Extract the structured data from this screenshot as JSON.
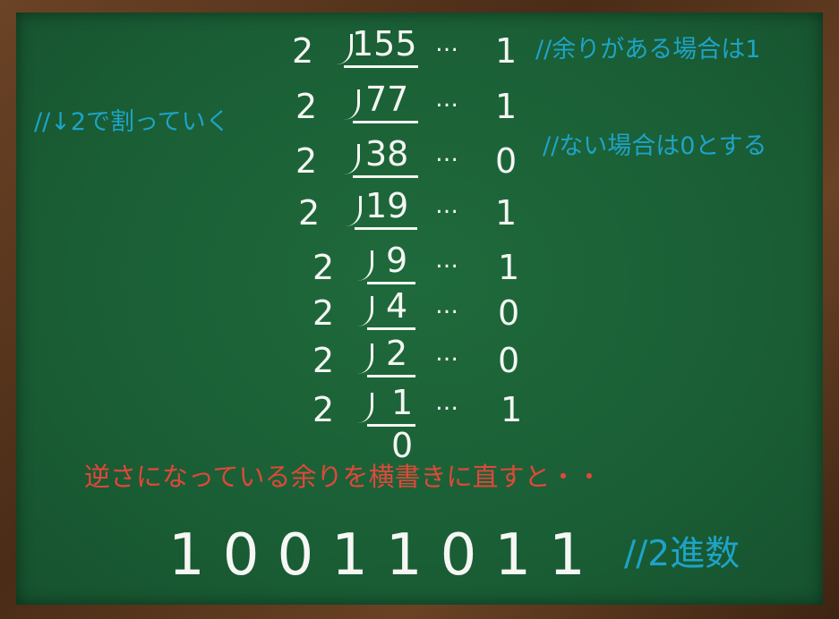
{
  "divisor": "2",
  "dots": "…",
  "rows": [
    {
      "dividend": "155",
      "remainder": "1"
    },
    {
      "dividend": "77",
      "remainder": "1"
    },
    {
      "dividend": "38",
      "remainder": "0"
    },
    {
      "dividend": "19",
      "remainder": "1"
    },
    {
      "dividend": "9",
      "remainder": "1"
    },
    {
      "dividend": "4",
      "remainder": "0"
    },
    {
      "dividend": "2",
      "remainder": "0"
    },
    {
      "dividend": "1",
      "remainder": "1"
    }
  ],
  "final_quotient": "0",
  "notes": {
    "divide_down": "//↓2で割っていく",
    "has_remainder": "//余りがある場合は1",
    "no_remainder": "//ない場合は0とする",
    "read_instruction": "逆さになっている余りを横書きに直すと・・",
    "base_label": "//2進数"
  },
  "result": "10011011",
  "colors": {
    "chalk": "#f4f6f2",
    "note_blue": "#1fa3c8",
    "note_red": "#e0483a",
    "board_green": "#1a5e35",
    "frame_brown": "#5a3820"
  }
}
